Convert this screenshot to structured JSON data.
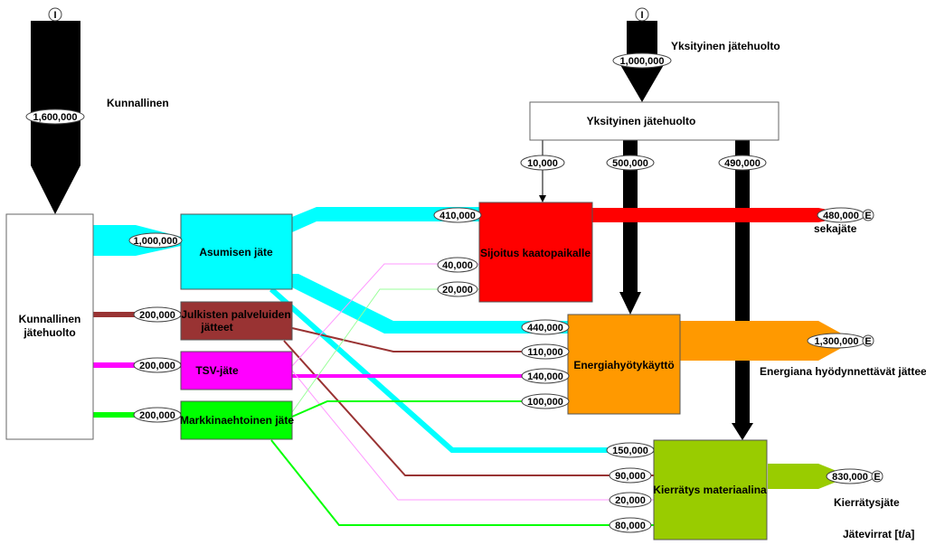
{
  "labels": {
    "kunnallinen": "Kunnallinen",
    "yksityinen_top": "Yksityinen jätehuolto",
    "sekajate": "sekajäte",
    "energiana": "Energiana hyödynnettävät jätteet",
    "kierratysjate": "Kierrätysjäte",
    "jatevirrat": "Jätevirrat [t/a]",
    "input_marker": "I",
    "export_marker": "E"
  },
  "boxes": {
    "kunnallinen_jatehuolto_1": "Kunnallinen",
    "kunnallinen_jatehuolto_2": "jätehuolto",
    "yksityinen_jatehuolto": "Yksityinen jätehuolto",
    "asumisen_jate": "Asumisen jäte",
    "julkisten_1": "Julkisten palveluiden",
    "julkisten_2": "jätteet",
    "tsv_jate": "TSV-jäte",
    "markkinaehtoinen_jate": "Markkinaehtoinen jäte",
    "sijoitus_kaatopaikalle": "Sijoitus kaatopaikalle",
    "energiahyotykaytto": "Energiahyötykäyttö",
    "kierratys_materiaalina": "Kierrätys materiaalina"
  },
  "values": {
    "kunnallinen_in": "1,600,000",
    "yksityinen_in": "1,000,000",
    "asumisen": "1,000,000",
    "julkisten": "200,000",
    "tsv": "200,000",
    "markkina": "200,000",
    "priv_to_sij": "10,000",
    "priv_to_ene": "500,000",
    "priv_to_kie": "490,000",
    "asu_to_sij": "410,000",
    "tsv_to_sij": "40,000",
    "mark_to_sij": "20,000",
    "asu_to_ene": "440,000",
    "jul_to_ene": "110,000",
    "tsv_to_ene": "140,000",
    "mark_to_ene": "100,000",
    "asu_to_kie": "150,000",
    "jul_to_kie": "90,000",
    "tsv_to_kie": "20,000",
    "mark_to_kie": "80,000",
    "sekajate_out": "480,000",
    "energia_out": "1,300,000",
    "kierratys_out": "830,000"
  },
  "colors": {
    "asumisen": "#00ffff",
    "julkisten": "#993333",
    "tsv": "#ff00ff",
    "markkina": "#00ff00",
    "sijoitus": "#ff0000",
    "energia": "#ff9900",
    "kierratys": "#99cc00",
    "black": "#000000"
  }
}
